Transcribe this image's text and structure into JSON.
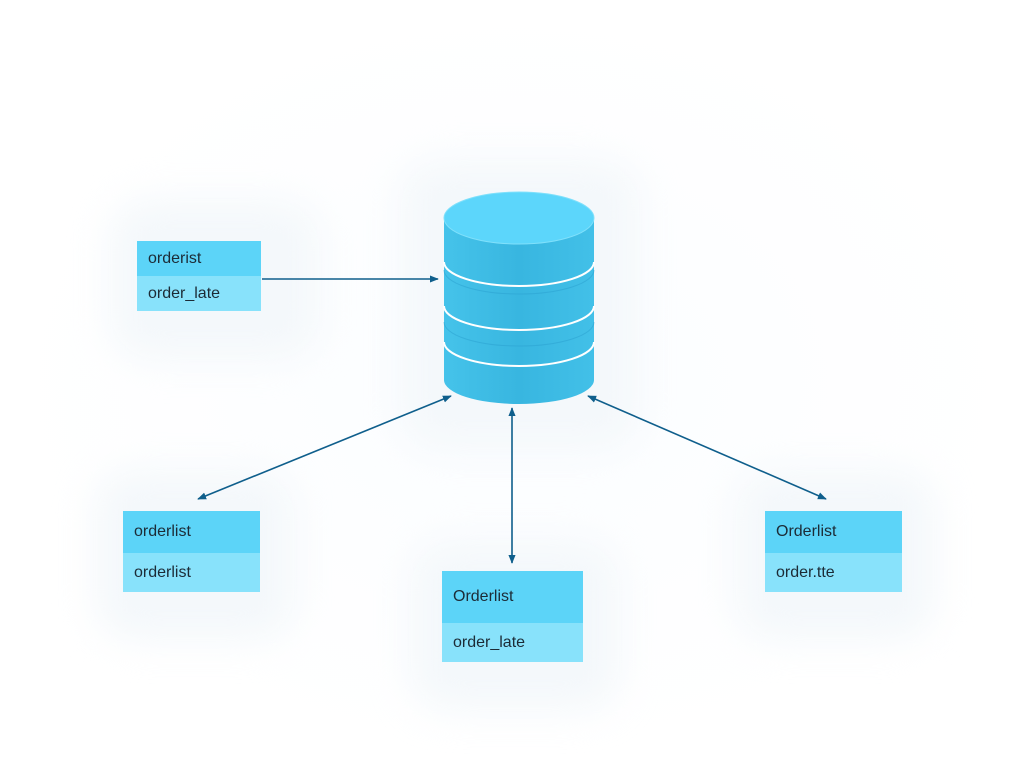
{
  "colors": {
    "background": "#ffffff",
    "header_row": "#5cd4f8",
    "field_row": "#88e2fb",
    "database": "#4ec8ec",
    "arrow": "#0f5f8c"
  },
  "database": {
    "icon": "database-cylinder-icon"
  },
  "tables": [
    {
      "header": "orderist",
      "field": "order_late"
    },
    {
      "header": "orderlist",
      "field": "orderlist"
    },
    {
      "header": "Orderlist",
      "field": "order_late"
    },
    {
      "header": "Orderlist",
      "field": "order.tte"
    }
  ],
  "connections": [
    {
      "from": "tables.0",
      "to": "database",
      "direction": "to-database"
    },
    {
      "from": "database",
      "to": "tables.1",
      "direction": "both"
    },
    {
      "from": "database",
      "to": "tables.2",
      "direction": "both"
    },
    {
      "from": "database",
      "to": "tables.3",
      "direction": "both"
    }
  ]
}
